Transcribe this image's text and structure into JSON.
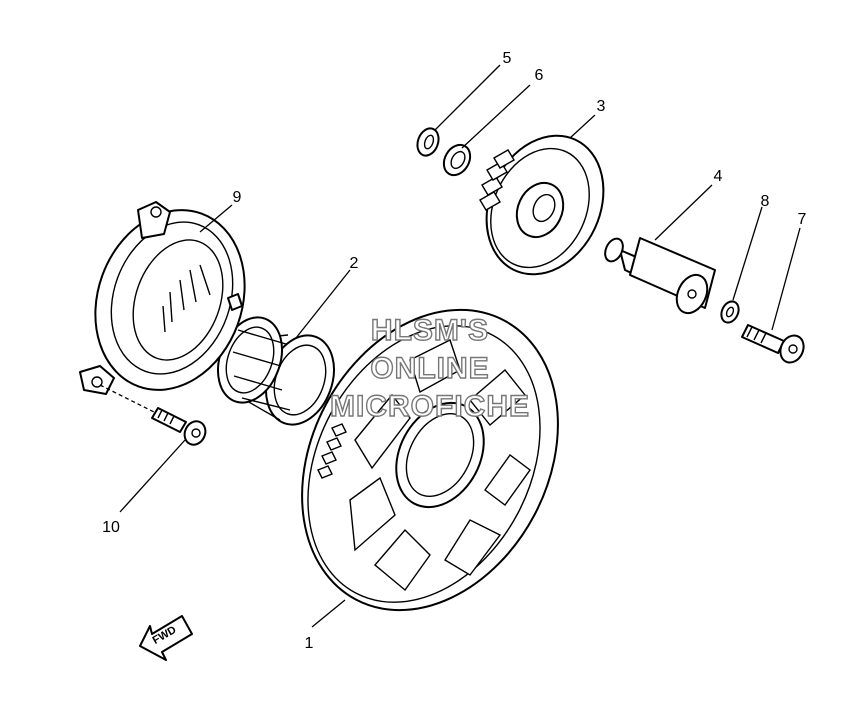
{
  "callouts": {
    "p1": "1",
    "p2": "2",
    "p3": "3",
    "p4": "4",
    "p5": "5",
    "p6": "6",
    "p7": "7",
    "p8": "8",
    "p9": "9",
    "p10": "10"
  },
  "watermark": {
    "line1": "HLSM'S",
    "line2": "ONLINE",
    "line3": "MICROFICHE"
  },
  "fwd_label": "FWD"
}
